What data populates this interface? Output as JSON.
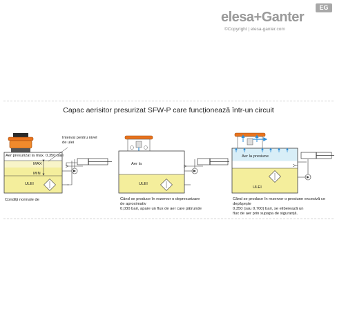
{
  "header": {
    "brand": "elesa+Ganter",
    "badge": "EG",
    "copyright": "©Copyright | elesa-ganter.com"
  },
  "title": "Capac aerisitor presurizat SFW-P care funcționează într-un circuit",
  "panels": [
    {
      "labels": {
        "air": "Aer presurizat la max. 0,350 bari",
        "level": "Interval pentru nivel de ulei",
        "max": "MAX",
        "min": "MIN",
        "oil": "ULEI"
      },
      "caption": [
        "Condiții normale de"
      ]
    },
    {
      "labels": {
        "air": "Aer la",
        "oil": "ULEI"
      },
      "caption": [
        "Când se produce în rezervor o depresurizare",
        "de aproximativ",
        "0,030 bari, apare un flux de aer care pătrunde"
      ]
    },
    {
      "labels": {
        "air": "Aer la presiune",
        "oil": "ULEI"
      },
      "caption": [
        "Când se produce în rezervor o presiune excesivă ce",
        "depășește",
        "0,350 (sau 0,700) bari, se eliberează un",
        "flux de aer prin supapa de siguranță."
      ]
    }
  ],
  "colors": {
    "oil": "#f4ee9c",
    "air": "#d8eef7",
    "cap": "#e8731e",
    "arrow": "#2f8fd8",
    "line": "#3a3a3a"
  }
}
